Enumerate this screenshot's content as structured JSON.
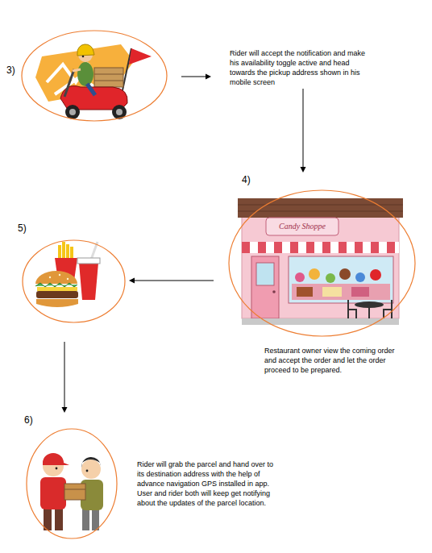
{
  "diagram": {
    "nodes": [
      {
        "text": [
          "3)"
        ]
      },
      {
        "text": [
          "Rider will accept the notification and make his availability toggle active and head towards the pickup address shown in his mobile screen"
        ]
      },
      {
        "text": [
          "4)",
          "Candy Shoppe"
        ]
      },
      {
        "text": [
          "5)"
        ]
      },
      {
        "text": [
          "Restaurant owner view the coming order and accept the order and let the order proceed to be prepared."
        ]
      },
      {
        "text": [
          "6)"
        ]
      },
      {
        "text": [
          "Rider will grab the parcel and hand over to its destination address with the help of advance navigation GPS installed in app. User and rider both will keep get notifying about the updates of the parcel location."
        ]
      }
    ],
    "edges": [
      {
        "from": 0,
        "to": 1,
        "arrow": "to"
      },
      {
        "from": 1,
        "to": 2,
        "arrow": "to"
      },
      {
        "from": 2,
        "to": 3,
        "arrow": "to"
      },
      {
        "from": 3,
        "to": 5,
        "arrow": "to"
      }
    ]
  }
}
